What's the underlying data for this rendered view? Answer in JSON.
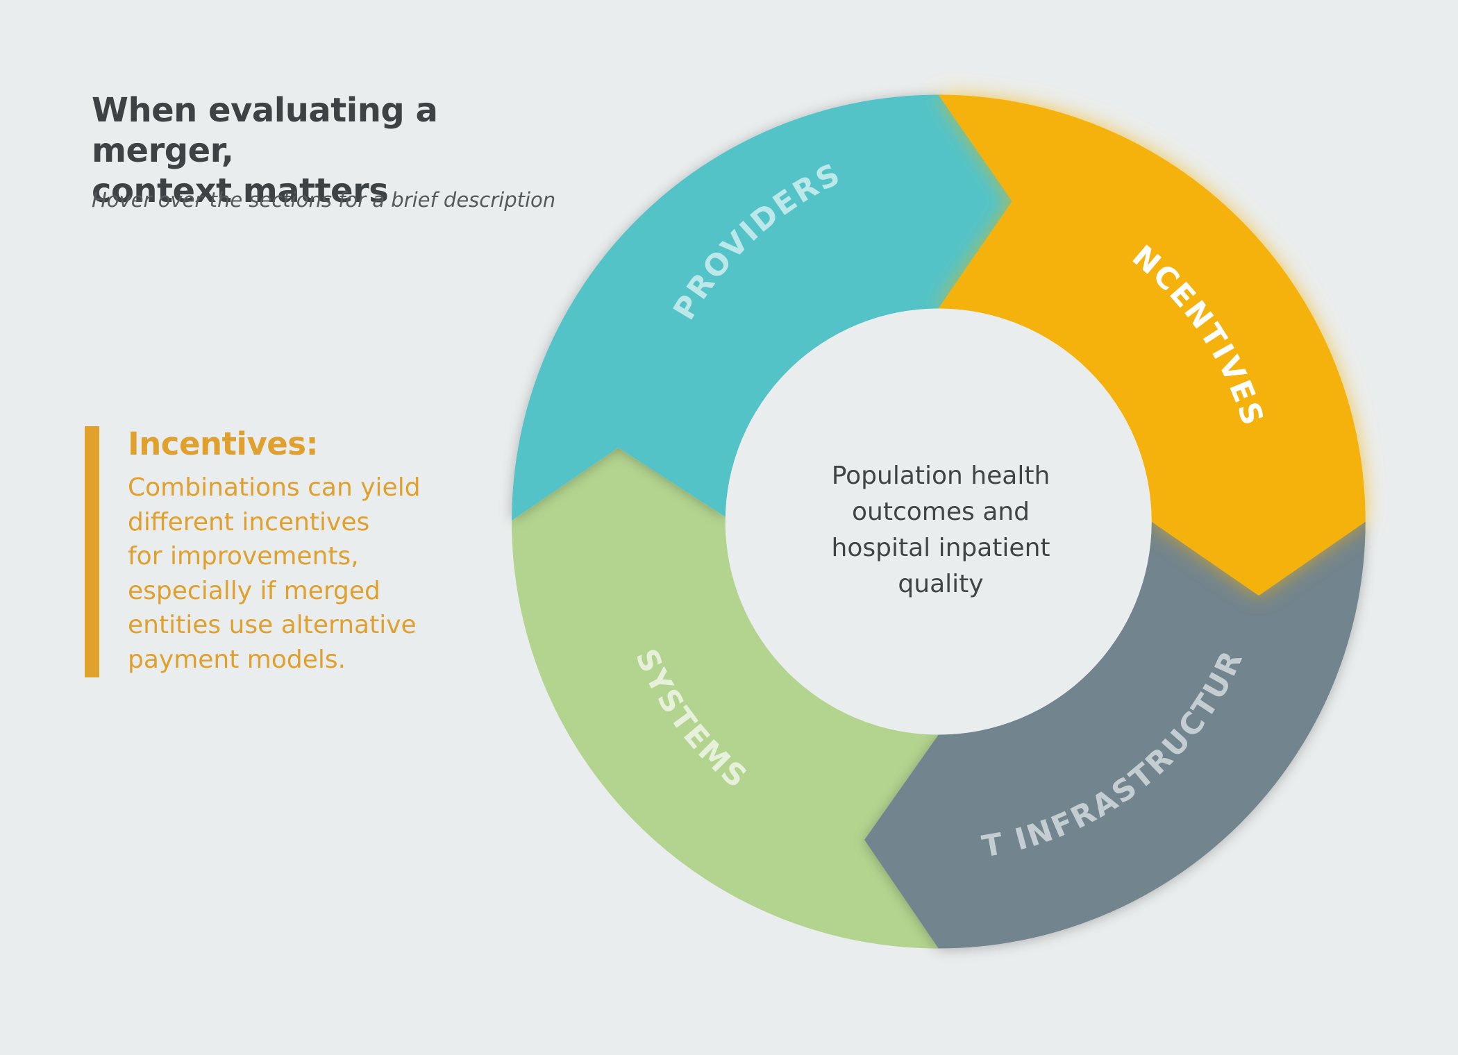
{
  "header": {
    "title": "When evaluating a merger,\ncontext matters",
    "subtitle": "Hover over the sections for a brief description"
  },
  "info_panel": {
    "title": "Incentives:",
    "body": "Combinations can yield\ndifferent incentives\nfor improvements,\nespecially if merged\nentities use alternative\npayment models."
  },
  "ring": {
    "center_text": "Population health\noutcomes and\nhospital inpatient\nquality",
    "segments": {
      "providers": {
        "label": "PROVIDERS",
        "color": "#52c3c8",
        "label_color": "#bde8ea"
      },
      "incentives": {
        "label": "INCENTIVES",
        "color": "#f5b20f",
        "label_color": "#ffffff"
      },
      "it_infrastructure": {
        "label": "IT INFRASTRUCTURE",
        "color": "#72848d",
        "label_color": "#c4cdd1"
      },
      "systems": {
        "label": "SYSTEMS",
        "color": "#b3d48f",
        "label_color": "#e6f0da"
      }
    },
    "selected": "incentives"
  },
  "colors": {
    "background": "#eaeded",
    "accent": "#e0a22a",
    "title_text": "#3d4245"
  }
}
